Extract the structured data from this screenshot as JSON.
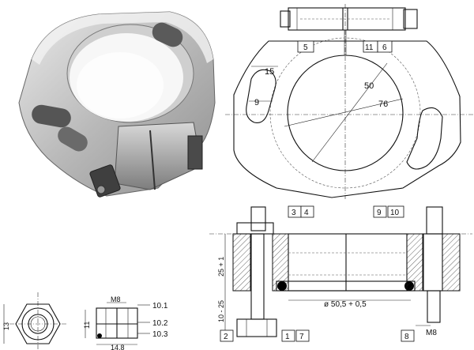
{
  "callouts": {
    "c5": "5",
    "c11": "11",
    "c6": "6",
    "c3": "3",
    "c4": "4",
    "c9": "9",
    "c10": "10",
    "c2": "2",
    "c1": "1",
    "c7": "7",
    "c8": "8"
  },
  "dimensions": {
    "d15": "15",
    "d9": "9",
    "d50": "50",
    "d76": "76",
    "d25": "25 + 1",
    "d10": "10 - 25",
    "bore": "ø 50,5 + 0,5",
    "m8": "M8"
  },
  "nut": {
    "m8": "M8",
    "h13": "13",
    "h11": "11",
    "w148": "14,8",
    "p101": "10.1",
    "p102": "10.2",
    "p103": "10.3"
  }
}
